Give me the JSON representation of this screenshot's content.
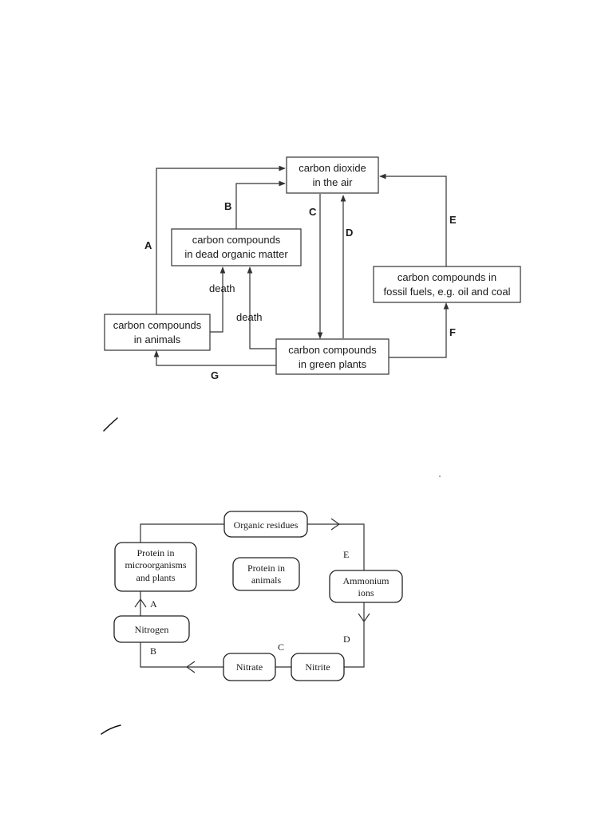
{
  "carbon_cycle": {
    "nodes": {
      "co2": [
        "carbon dioxide",
        "in the air"
      ],
      "dead": [
        "carbon compounds",
        "in dead organic matter"
      ],
      "fossil": [
        "carbon compounds in",
        "fossil fuels, e.g. oil and coal"
      ],
      "animals": [
        "carbon compounds",
        "in animals"
      ],
      "plants": [
        "carbon compounds",
        "in green plants"
      ]
    },
    "labels": {
      "A": "A",
      "B": "B",
      "C": "C",
      "D": "D",
      "E": "E",
      "F": "F",
      "G": "G",
      "death_animals": "death",
      "death_plants": "death"
    }
  },
  "nitrogen_cycle": {
    "nodes": {
      "organic": [
        "Organic residues"
      ],
      "protein_micro": [
        "Protein in",
        "microorganisms",
        "and plants"
      ],
      "protein_animals": [
        "Protein in",
        "animals"
      ],
      "ammonium": [
        "Ammonium",
        "ions"
      ],
      "nitrogen": [
        "Nitrogen"
      ],
      "nitrate": [
        "Nitrate"
      ],
      "nitrite": [
        "Nitrite"
      ]
    },
    "labels": {
      "A": "A",
      "B": "B",
      "C": "C",
      "D": "D",
      "E": "E"
    }
  }
}
